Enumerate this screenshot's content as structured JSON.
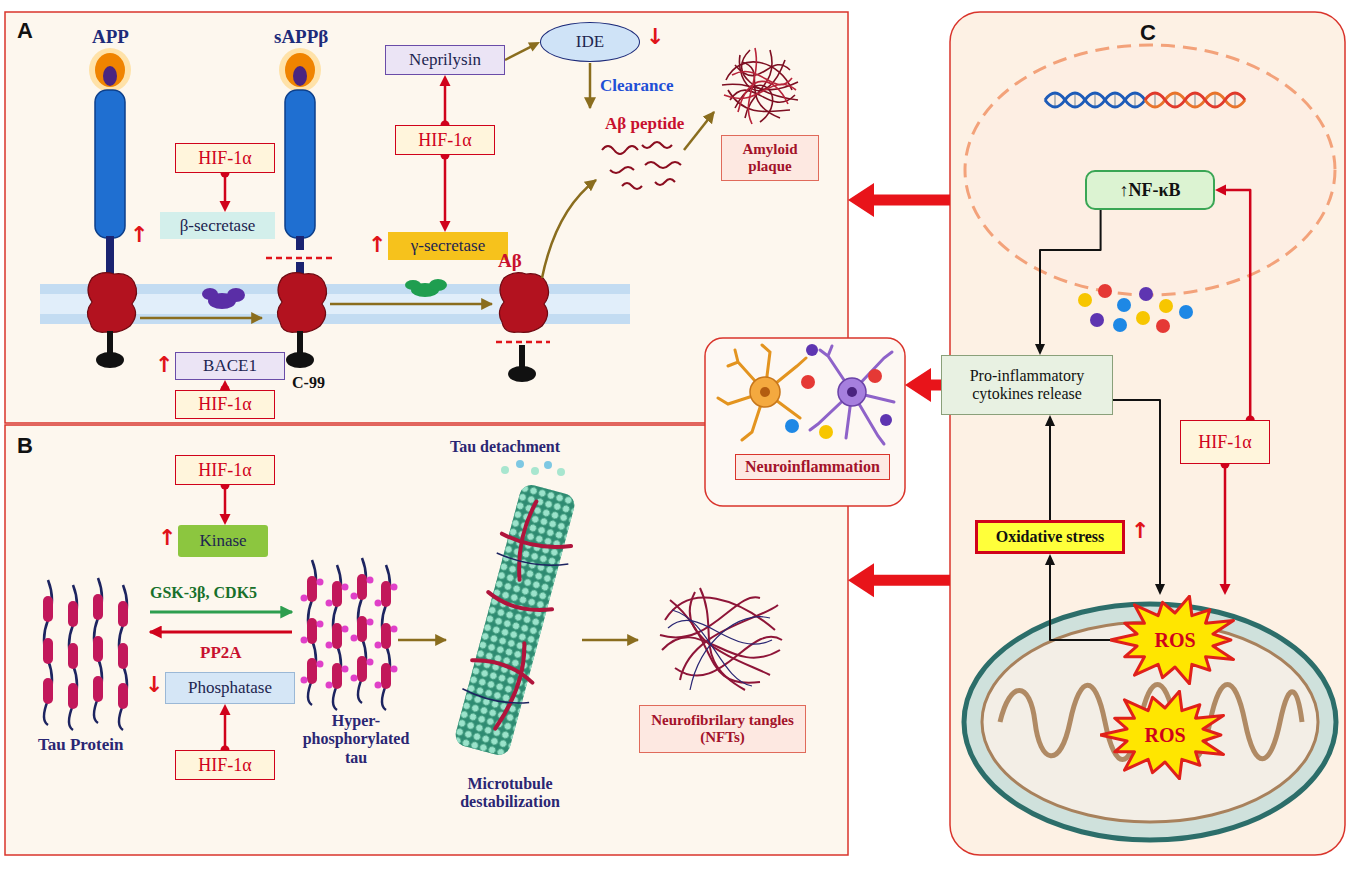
{
  "diagram": {
    "nodes": [
      {
        "text": [
          "A"
        ]
      },
      {
        "text": [
          "HIF-1α"
        ],
        "in": 0
      },
      {
        "text": [
          "β-secretase"
        ],
        "in": 0
      },
      {
        "text": [
          "Neprilysin"
        ],
        "in": 0
      },
      {
        "text": [
          "IDE"
        ],
        "in": 0
      },
      {
        "text": [
          "HIF-1α"
        ],
        "in": 0
      },
      {
        "text": [
          "γ-secretase"
        ],
        "in": 0
      },
      {
        "text": [
          "BACE1"
        ],
        "in": 0
      },
      {
        "text": [
          "HIF-1α"
        ],
        "in": 0
      },
      {
        "text": [
          "Amyloid plaque"
        ],
        "in": 0
      },
      {
        "text": [
          "B"
        ]
      },
      {
        "text": [
          "HIF-1α"
        ],
        "in": 10
      },
      {
        "text": [
          "Kinase"
        ],
        "in": 10
      },
      {
        "text": [
          "Phosphatase"
        ],
        "in": 10
      },
      {
        "text": [
          "HIF-1α"
        ],
        "in": 10
      },
      {
        "text": [
          "Neurofibrilary tangles (NFTs)"
        ],
        "in": 10
      },
      {
        "text": [
          "C"
        ]
      },
      {
        "text": [
          "↑NF-κB"
        ],
        "in": 16
      },
      {
        "text": [
          "Pro-inflammatory cytokines release"
        ],
        "in": 16
      },
      {
        "text": [
          "HIF-1α"
        ],
        "in": 16
      },
      {
        "text": [
          "Oxidative stress"
        ],
        "in": 16
      },
      {
        "text": [
          "ROS"
        ],
        "in": 16
      },
      {
        "text": [
          "ROS"
        ],
        "in": 16
      },
      {
        "text": [
          "Neuroinflammation"
        ]
      }
    ],
    "edges": [
      {
        "from": 1,
        "to": 2,
        "arrow": "to"
      },
      {
        "from": 3,
        "to": 4,
        "arrow": "to"
      },
      {
        "from": 5,
        "to": 3,
        "arrow": "to"
      },
      {
        "from": 5,
        "to": 6,
        "arrow": "to"
      },
      {
        "from": 8,
        "to": 7,
        "arrow": "to"
      },
      {
        "from": 11,
        "to": 12,
        "arrow": "to"
      },
      {
        "from": 14,
        "to": 13,
        "arrow": "to"
      },
      {
        "from": 19,
        "to": 17,
        "arrow": "to"
      },
      {
        "from": 17,
        "to": 18,
        "arrow": "to"
      },
      {
        "from": 18,
        "to": 21,
        "arrow": "to"
      },
      {
        "from": 21,
        "to": 20,
        "arrow": "to"
      },
      {
        "from": 20,
        "to": 18,
        "arrow": "to"
      },
      {
        "from": 19,
        "to": 21,
        "arrow": "to"
      },
      {
        "from": 18,
        "to": 23,
        "arrow": "to"
      },
      {
        "from": 16,
        "to": 0,
        "arrow": "to"
      },
      {
        "from": 16,
        "to": 10,
        "arrow": "to"
      }
    ],
    "labels": [
      "APP",
      "sAPPβ",
      "↓",
      "Clearance",
      "Aβ peptide",
      "↑",
      "↑",
      "Aβ",
      "↑",
      "C-99",
      "Tau detachment",
      "↑",
      "GSK-3β, CDK5",
      "PP2A",
      "↓",
      "Tau Protein",
      "Hyper-phosphorylated tau",
      "Microtubule destabilization",
      "↑"
    ]
  }
}
